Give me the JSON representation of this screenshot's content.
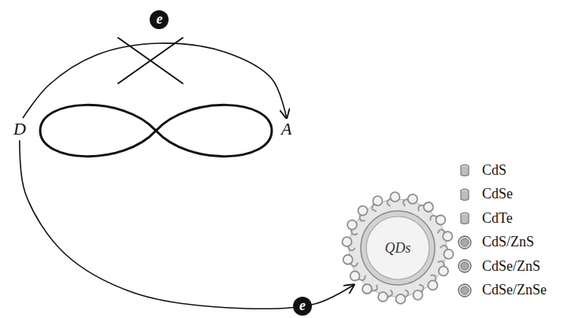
{
  "diagram": {
    "nodes": [
      {
        "text": [
          "D"
        ]
      },
      {
        "text": [
          "A"
        ]
      },
      {
        "text": [
          "QDs"
        ]
      }
    ],
    "edges": [
      {
        "from": 0,
        "to": 1,
        "arrow": "to",
        "label": "e"
      },
      {
        "from": 0,
        "to": 2,
        "arrow": "to",
        "label": "e"
      }
    ],
    "legend": [
      {
        "text": "CdS"
      },
      {
        "text": "CdSe"
      },
      {
        "text": "CdTe"
      },
      {
        "text": "CdS/ZnS"
      },
      {
        "text": "CdSe/ZnS"
      },
      {
        "text": "CdSe/ZnSe"
      }
    ]
  }
}
